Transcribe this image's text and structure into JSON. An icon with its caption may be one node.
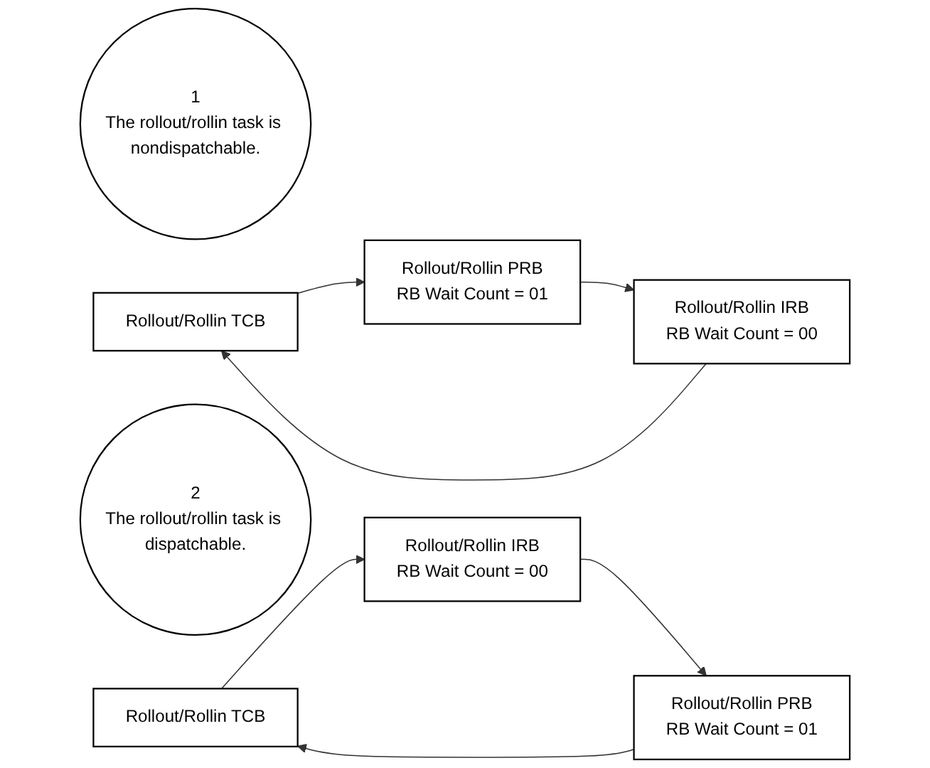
{
  "diagram": {
    "nodes": [
      {
        "text": [
          "1",
          "The rollout/rollin task is nondispatchable."
        ]
      },
      {
        "text": [
          "Rollout/Rollin TCB"
        ]
      },
      {
        "text": [
          "Rollout/Rollin PRB",
          "RB Wait Count = 01"
        ]
      },
      {
        "text": [
          "Rollout/Rollin IRB",
          "RB Wait Count = 00"
        ]
      },
      {
        "text": [
          "2",
          "The rollout/rollin task is dispatchable."
        ]
      },
      {
        "text": [
          "Rollout/Rollin TCB"
        ]
      },
      {
        "text": [
          "Rollout/Rollin IRB",
          "RB Wait Count = 00"
        ]
      },
      {
        "text": [
          "Rollout/Rollin PRB",
          "RB Wait Count = 01"
        ]
      }
    ],
    "edges": [
      {
        "from": 1,
        "to": 2,
        "arrow": "to"
      },
      {
        "from": 2,
        "to": 3,
        "arrow": "to"
      },
      {
        "from": 3,
        "to": 1,
        "arrow": "to"
      },
      {
        "from": 5,
        "to": 6,
        "arrow": "to"
      },
      {
        "from": 6,
        "to": 7,
        "arrow": "to"
      },
      {
        "from": 7,
        "to": 5,
        "arrow": "to"
      }
    ]
  }
}
